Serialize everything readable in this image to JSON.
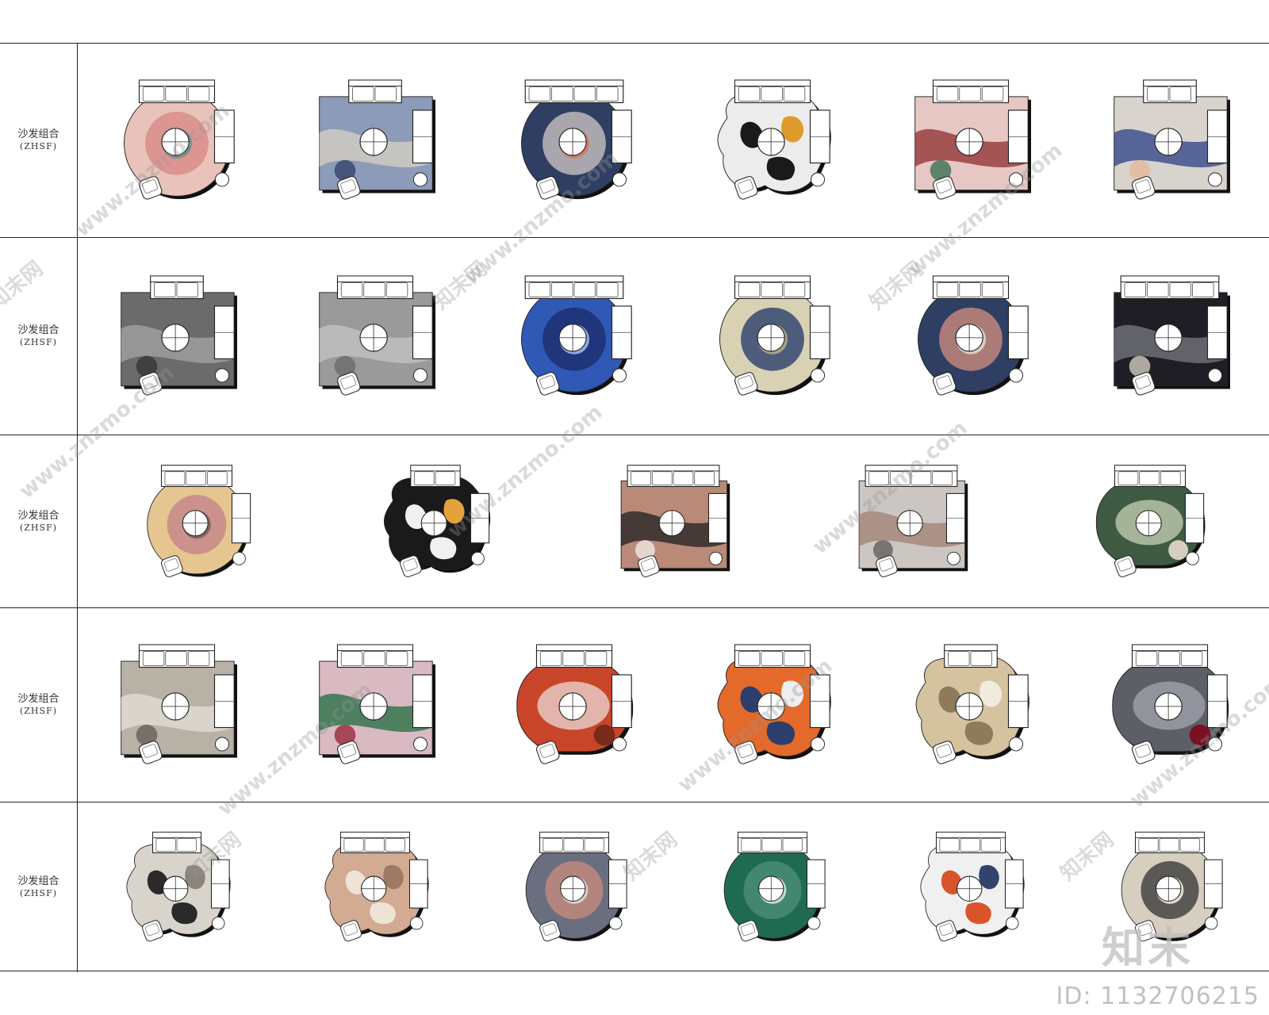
{
  "sheet": {
    "rows": [
      {
        "label": "沙发组合",
        "code": "(ZHSF)",
        "items": [
          {
            "shape": "circle",
            "rug": [
              "#e9c2bb",
              "#d98a88",
              "#6e8e86"
            ],
            "seats": 3
          },
          {
            "shape": "rect",
            "rug": [
              "#8c9bb8",
              "#d8d2c4",
              "#3f4d73"
            ],
            "seats": 2
          },
          {
            "shape": "circle",
            "rug": [
              "#2f3f63",
              "#c9c1bf",
              "#d27a5d"
            ],
            "seats": 4
          },
          {
            "shape": "blob",
            "rug": [
              "#ececec",
              "#1a1a1a",
              "#e09a2a"
            ],
            "seats": 3
          },
          {
            "shape": "rect",
            "rug": [
              "#e7c7c4",
              "#8e2d2d",
              "#4f7a62"
            ],
            "seats": 3
          },
          {
            "shape": "rect",
            "rug": [
              "#d9d3ce",
              "#2b3f84",
              "#e2bba0"
            ],
            "seats": 2
          }
        ]
      },
      {
        "label": "沙发组合",
        "code": "(ZHSF)",
        "items": [
          {
            "shape": "rect",
            "rug": [
              "#6b6b6b",
              "#a4a4a4",
              "#3c3c3c"
            ],
            "seats": 2
          },
          {
            "shape": "rect",
            "rug": [
              "#9a9a9a",
              "#c4c4c4",
              "#707070"
            ],
            "seats": 3
          },
          {
            "shape": "circle",
            "rug": [
              "#2f59b5",
              "#1b2d6e",
              "#9fb4e8"
            ],
            "seats": 4
          },
          {
            "shape": "circle",
            "rug": [
              "#d8d1b4",
              "#2c3e6e",
              "#b3a98a"
            ],
            "seats": 3
          },
          {
            "shape": "circle",
            "rug": [
              "#2f3f63",
              "#c98b7c",
              "#e0d6cc"
            ],
            "seats": 3
          },
          {
            "shape": "rect",
            "rug": [
              "#1e1e24",
              "#7a7a80",
              "#bdb7ae"
            ],
            "seats": 4
          }
        ]
      },
      {
        "label": "沙发组合",
        "code": "(ZHSF)",
        "items": [
          {
            "shape": "circle",
            "rug": [
              "#e6c690",
              "#c4858a",
              "#7d5f57"
            ],
            "seats": 3
          },
          {
            "shape": "blob",
            "rug": [
              "#1a1a1a",
              "#f0f0f0",
              "#e5a23a"
            ],
            "seats": 2
          },
          {
            "shape": "rect",
            "rug": [
              "#b98a77",
              "#1f1f1f",
              "#e8ddd8"
            ],
            "seats": 4
          },
          {
            "shape": "rect",
            "rug": [
              "#cbc6c2",
              "#a17f72",
              "#6e6a6a"
            ],
            "seats": 4
          },
          {
            "shape": "oval",
            "rug": [
              "#3e5a43",
              "#b7c4a8",
              "#d6cfbf"
            ],
            "seats": 3
          }
        ]
      },
      {
        "label": "沙发组合",
        "code": "(ZHSF)",
        "items": [
          {
            "shape": "rect",
            "rug": [
              "#b8b1a5",
              "#e4e0d9",
              "#6f6a60"
            ],
            "seats": 3
          },
          {
            "shape": "rect",
            "rug": [
              "#d9b9c2",
              "#1f6d3f",
              "#a03a4a"
            ],
            "seats": 3
          },
          {
            "shape": "oval",
            "rug": [
              "#c8452a",
              "#e8c8c0",
              "#7a2a1a"
            ],
            "seats": 3
          },
          {
            "shape": "blob",
            "rug": [
              "#e36a2a",
              "#2c3e6e",
              "#efefef"
            ],
            "seats": 3
          },
          {
            "shape": "blob",
            "rug": [
              "#d5c3a0",
              "#8d7b5c",
              "#f1ebdd"
            ],
            "seats": 2
          },
          {
            "shape": "oval",
            "rug": [
              "#5c5f66",
              "#9a9ea6",
              "#7a1020"
            ],
            "seats": 3
          }
        ]
      },
      {
        "label": "沙发组合",
        "code": "(ZHSF)",
        "items": [
          {
            "shape": "blob",
            "rug": [
              "#d8d3cb",
              "#2a2a2a",
              "#8a847a"
            ],
            "seats": 2
          },
          {
            "shape": "blob",
            "rug": [
              "#d2ab92",
              "#efe2d6",
              "#9c7a66"
            ],
            "seats": 3
          },
          {
            "shape": "circle",
            "rug": [
              "#6a6f80",
              "#c58a7c",
              "#dcd6cc"
            ],
            "seats": 3
          },
          {
            "shape": "circle",
            "rug": [
              "#1f6b52",
              "#4c8f78",
              "#cfe1d7"
            ],
            "seats": 3
          },
          {
            "shape": "blob",
            "rug": [
              "#f0f0f0",
              "#d9532a",
              "#34426e"
            ],
            "seats": 3
          },
          {
            "shape": "circle",
            "rug": [
              "#d6cfbf",
              "#3b3b3b",
              "#efe9dc"
            ],
            "seats": 3
          }
        ]
      }
    ]
  },
  "watermark": {
    "site": "www.znzmo.com",
    "brand": "知末网",
    "logo": "知末",
    "id": "ID: 1132706215"
  }
}
